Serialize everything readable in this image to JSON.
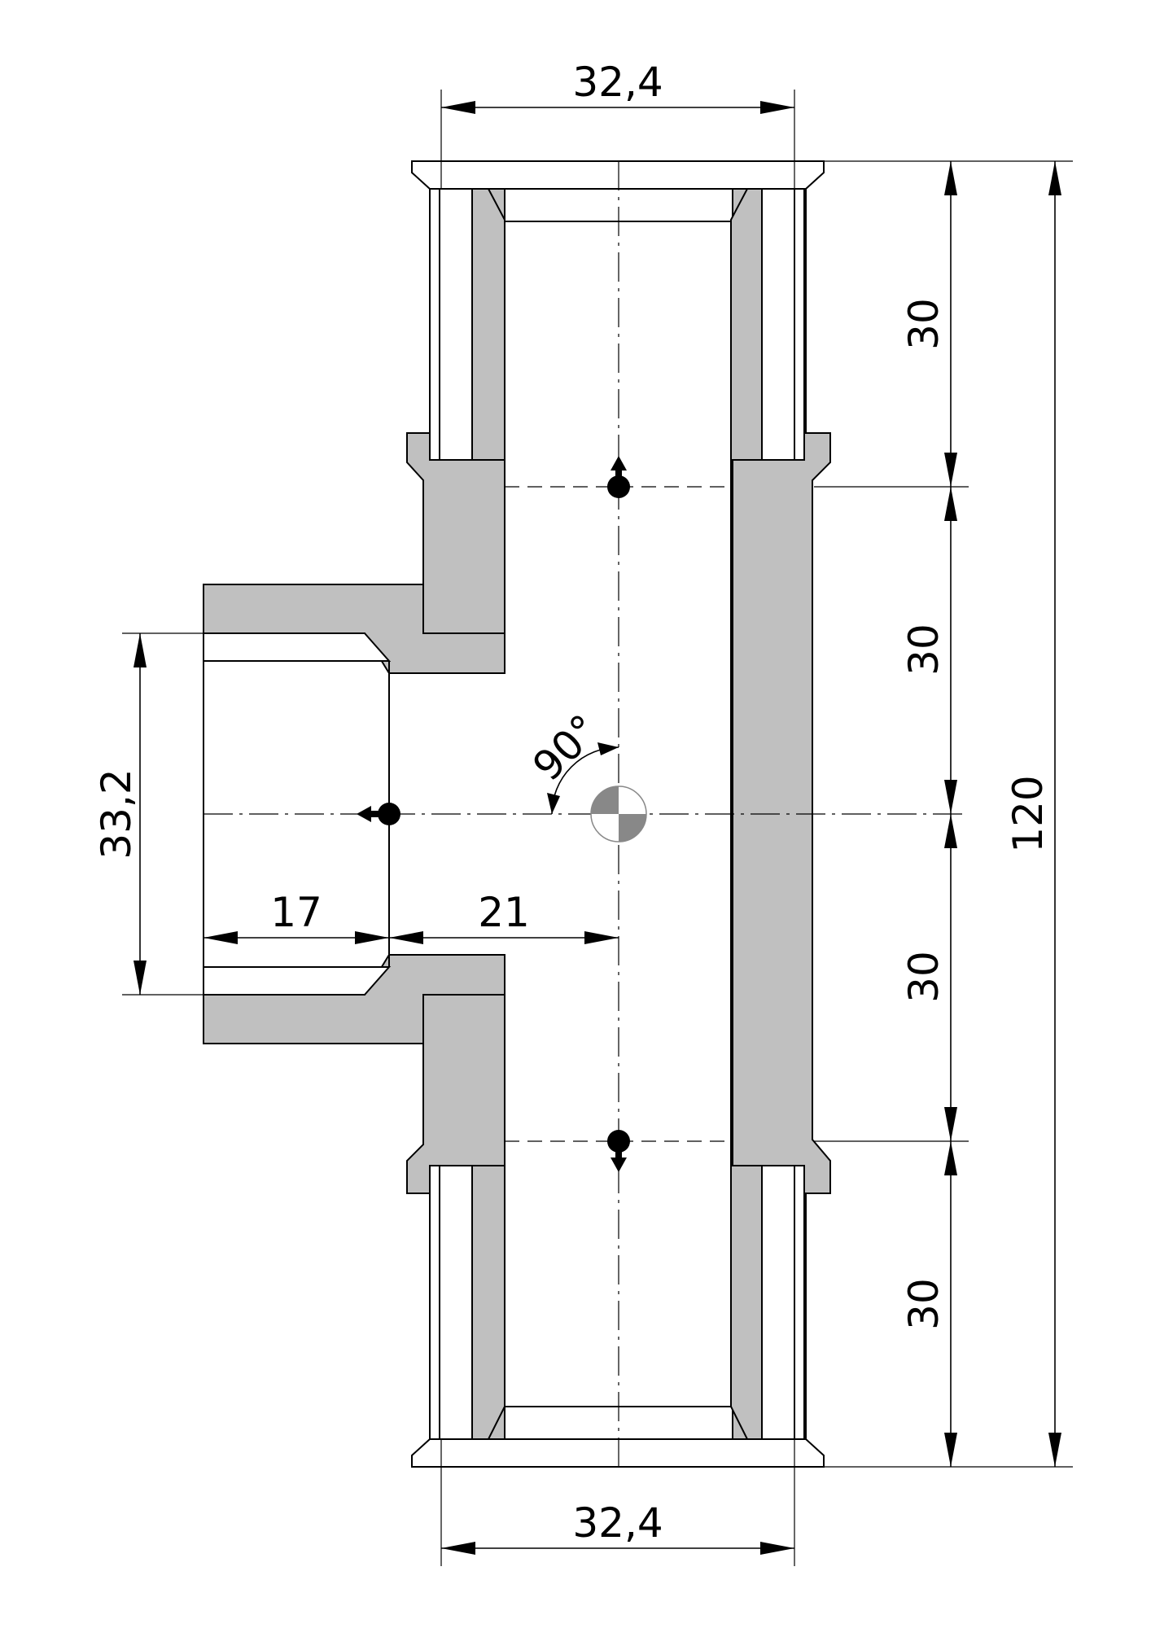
{
  "dimensions": {
    "top_width": "32,4",
    "bottom_width": "32,4",
    "segment_1": "30",
    "segment_2": "30",
    "segment_3": "30",
    "segment_4": "30",
    "total_length": "120",
    "branch_diameter": "33,2",
    "branch_socket_depth": "17",
    "branch_offset": "21",
    "branch_angle": "90°"
  }
}
